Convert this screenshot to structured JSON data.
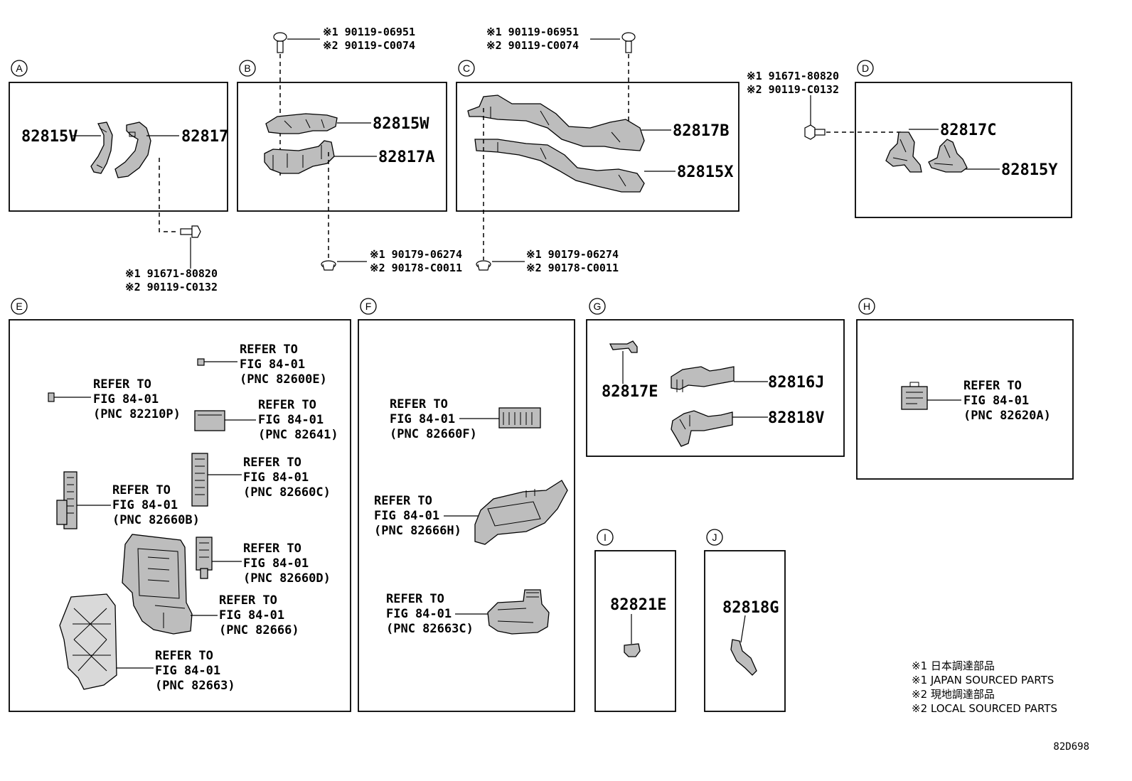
{
  "sections": {
    "A": {
      "letter": "A",
      "parts": [
        "82815V",
        "82817"
      ]
    },
    "B": {
      "letter": "B",
      "parts": [
        "82815W",
        "82817A"
      ]
    },
    "C": {
      "letter": "C",
      "parts": [
        "82817B",
        "82815X"
      ]
    },
    "D": {
      "letter": "D",
      "parts": [
        "82817C",
        "82815Y"
      ]
    },
    "E": {
      "letter": "E"
    },
    "F": {
      "letter": "F"
    },
    "G": {
      "letter": "G",
      "parts": [
        "82817E",
        "82816J",
        "82818V"
      ]
    },
    "H": {
      "letter": "H"
    },
    "I": {
      "letter": "I",
      "parts": [
        "82821E"
      ]
    },
    "J": {
      "letter": "J",
      "parts": [
        "82818G"
      ]
    }
  },
  "fasteners": {
    "a_bolt": {
      "l1": "※1 91671-80820",
      "l2": "※2 90119-C0132"
    },
    "b_bolt": {
      "l1": "※1 90119-06951",
      "l2": "※2 90119-C0074"
    },
    "c_bolt": {
      "l1": "※1 90119-06951",
      "l2": "※2 90119-C0074"
    },
    "d_bolt": {
      "l1": "※1 91671-80820",
      "l2": "※2 90119-C0132"
    },
    "b_clip": {
      "l1": "※1 90179-06274",
      "l2": "※2 90178-C0011"
    },
    "c_clip": {
      "l1": "※1 90179-06274",
      "l2": "※2 90178-C0011"
    }
  },
  "refers": {
    "e_82600E": {
      "l1": "REFER TO",
      "l2": "FIG 84-01",
      "l3": "(PNC 82600E)"
    },
    "e_82210P": {
      "l1": "REFER TO",
      "l2": "FIG 84-01",
      "l3": "(PNC 82210P)"
    },
    "e_82641": {
      "l1": "REFER TO",
      "l2": "FIG 84-01",
      "l3": "(PNC 82641)"
    },
    "e_82660C": {
      "l1": "REFER TO",
      "l2": "FIG 84-01",
      "l3": "(PNC 82660C)"
    },
    "e_82660B": {
      "l1": "REFER TO",
      "l2": "FIG 84-01",
      "l3": "(PNC 82660B)"
    },
    "e_82660D": {
      "l1": "REFER TO",
      "l2": "FIG 84-01",
      "l3": "(PNC 82660D)"
    },
    "e_82666": {
      "l1": "REFER TO",
      "l2": "FIG 84-01",
      "l3": "(PNC 82666)"
    },
    "e_82663": {
      "l1": "REFER TO",
      "l2": "FIG 84-01",
      "l3": "(PNC 82663)"
    },
    "f_82660F": {
      "l1": "REFER TO",
      "l2": "FIG 84-01",
      "l3": "(PNC 82660F)"
    },
    "f_82666H": {
      "l1": "REFER TO",
      "l2": "FIG 84-01",
      "l3": "(PNC 82666H)"
    },
    "f_82663C": {
      "l1": "REFER TO",
      "l2": "FIG 84-01",
      "l3": "(PNC 82663C)"
    },
    "h_82620A": {
      "l1": "REFER TO",
      "l2": "FIG 84-01",
      "l3": "(PNC 82620A)"
    }
  },
  "legend": [
    "※1 日本調達部品",
    "※1 JAPAN SOURCED PARTS",
    "※2 現地調達部品",
    "※2 LOCAL SOURCED PARTS"
  ],
  "diagram_code": "82D698"
}
